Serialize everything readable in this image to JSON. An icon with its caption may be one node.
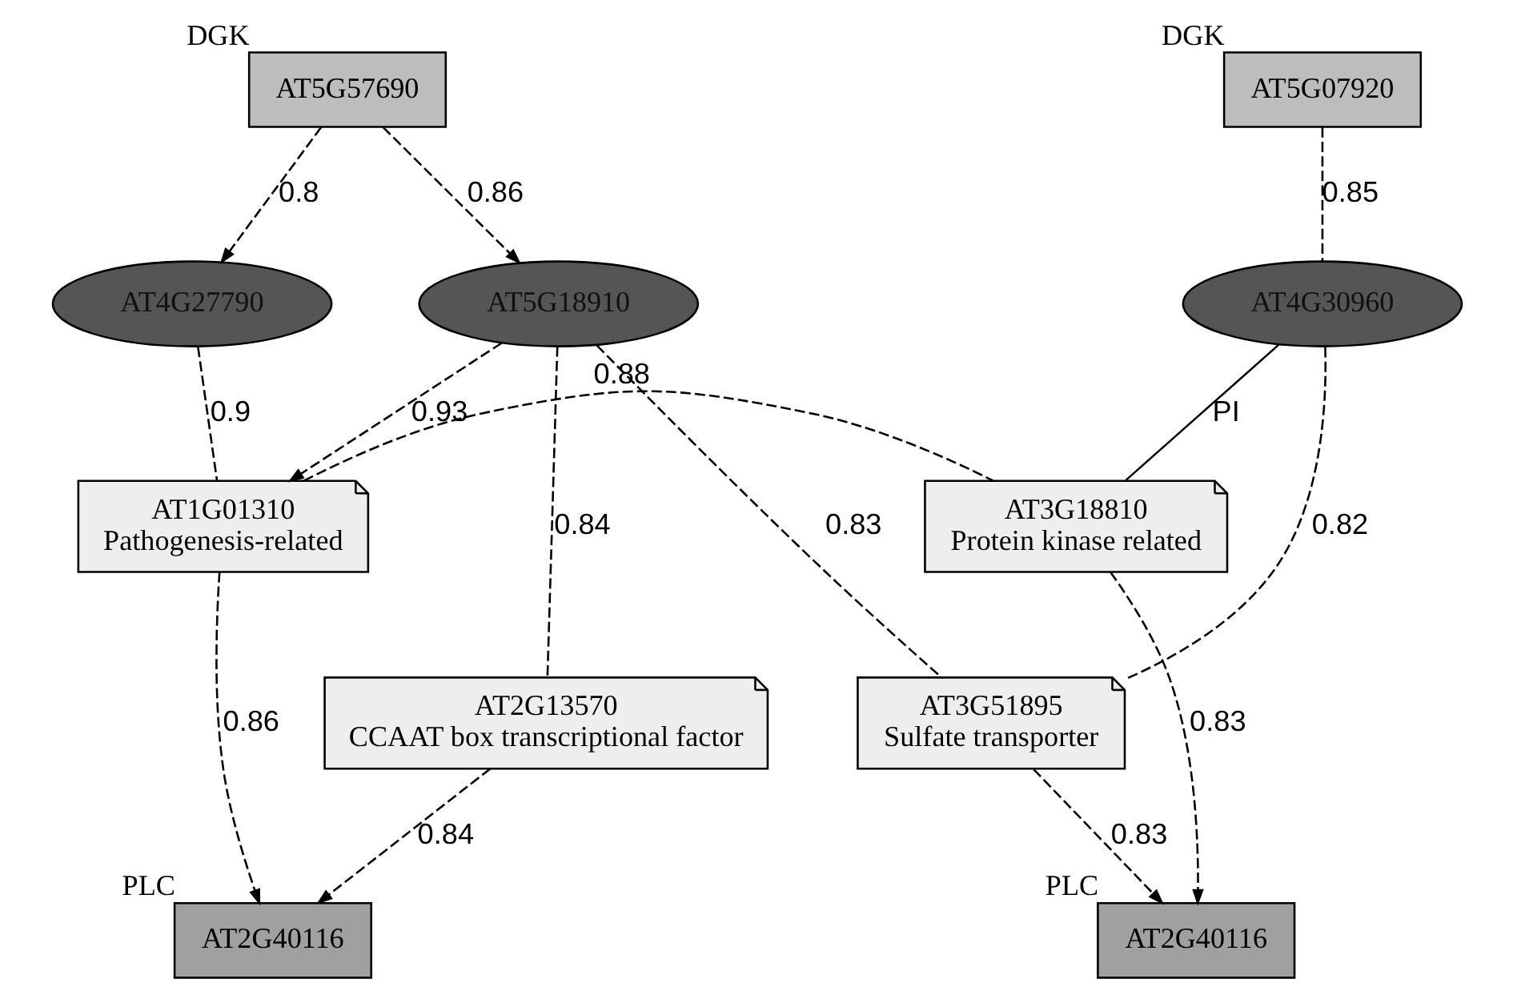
{
  "diagram": {
    "nodes": [
      {
        "text": [
          "AT5G57690"
        ],
        "beside": [
          "DGK"
        ]
      },
      {
        "text": [
          "AT5G07920"
        ],
        "beside": [
          "DGK"
        ]
      },
      {
        "text": [
          "AT4G27790"
        ]
      },
      {
        "text": [
          "AT5G18910"
        ]
      },
      {
        "text": [
          "AT4G30960"
        ]
      },
      {
        "text": [
          "AT1G01310",
          "Pathogenesis-related"
        ]
      },
      {
        "text": [
          "AT3G18810",
          "Protein kinase related"
        ]
      },
      {
        "text": [
          "AT2G13570",
          "CCAAT box transcriptional factor"
        ]
      },
      {
        "text": [
          "AT3G51895",
          "Sulfate transporter"
        ]
      },
      {
        "text": [
          "AT2G40116"
        ],
        "beside": [
          "PLC"
        ]
      },
      {
        "text": [
          "AT2G40116"
        ],
        "beside": [
          "PLC"
        ]
      }
    ],
    "edges": [
      {
        "from": 0,
        "to": 2,
        "arrow": "to",
        "label": "0.8",
        "style": "dashed"
      },
      {
        "from": 0,
        "to": 3,
        "arrow": "to",
        "label": "0.86",
        "style": "dashed"
      },
      {
        "from": 1,
        "to": 4,
        "arrow": "none",
        "label": "0.85",
        "style": "dashed"
      },
      {
        "from": 2,
        "to": 5,
        "arrow": "none",
        "label": "0.9",
        "style": "dashed"
      },
      {
        "from": 3,
        "to": 5,
        "arrow": "to",
        "label": "0.93",
        "style": "dashed"
      },
      {
        "from": 3,
        "to": 7,
        "arrow": "none",
        "label": "0.84",
        "style": "dashed"
      },
      {
        "from": 3,
        "to": 8,
        "arrow": "none",
        "label": "0.83",
        "style": "dashed"
      },
      {
        "from": 4,
        "to": 8,
        "arrow": "none",
        "label": "0.82",
        "style": "dashed"
      },
      {
        "from": 4,
        "to": 6,
        "arrow": "none",
        "label": "PI"
      },
      {
        "from": 5,
        "to": 6,
        "arrow": "none",
        "label": "0.88",
        "style": "dashed"
      },
      {
        "from": 5,
        "to": 9,
        "arrow": "to",
        "label": "0.86",
        "style": "dashed"
      },
      {
        "from": 7,
        "to": 9,
        "arrow": "to",
        "label": "0.84",
        "style": "dashed"
      },
      {
        "from": 6,
        "to": 10,
        "arrow": "to",
        "label": "0.83",
        "style": "dashed"
      },
      {
        "from": 8,
        "to": 10,
        "arrow": "to",
        "label": "0.83",
        "style": "dashed"
      }
    ]
  }
}
